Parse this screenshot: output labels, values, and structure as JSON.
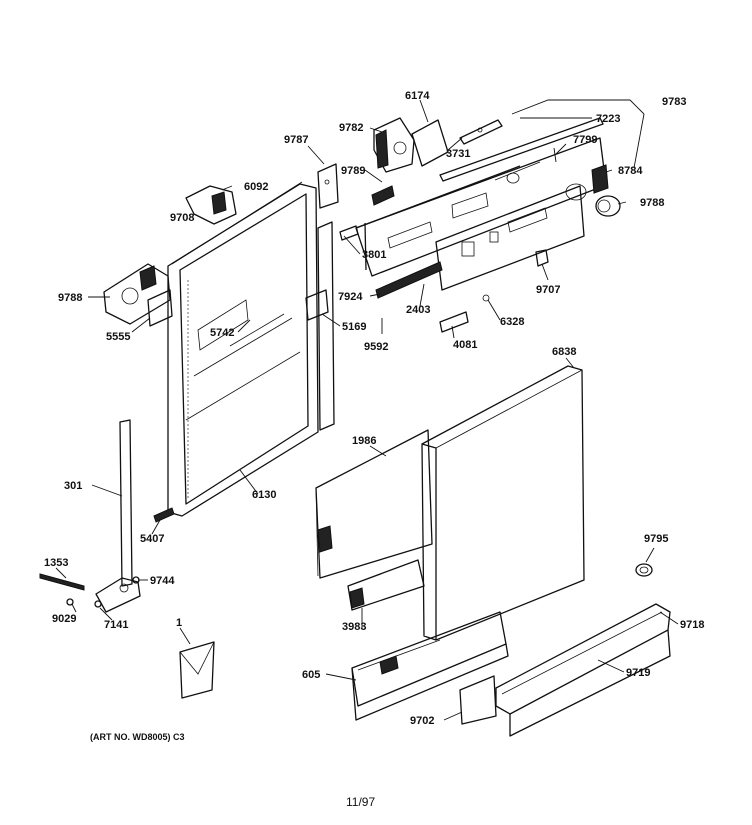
{
  "diagram": {
    "labels": {
      "p6174": "6174",
      "p9782": "9782",
      "p9787": "9787",
      "p3731": "3731",
      "p7223": "7223",
      "p9783": "9783",
      "p9789": "9789",
      "p7799": "7799",
      "p6092": "6092",
      "p9708": "9708",
      "p8784": "8784",
      "p9788a": "9788",
      "p3801": "3801",
      "p9788b": "9788",
      "p5555": "5555",
      "p5742": "5742",
      "p5169": "5169",
      "p7924": "7924",
      "p9707": "9707",
      "p2403": "2403",
      "p6328": "6328",
      "p9592": "9592",
      "p4081": "4081",
      "p6838": "6838",
      "p1986": "1986",
      "p301": "301",
      "p6130": "6130",
      "p5407": "5407",
      "p9795": "9795",
      "p1353": "1353",
      "p9744": "9744",
      "p9029": "9029",
      "p7141": "7141",
      "p3983": "3983",
      "p9718": "9718",
      "p1": "1",
      "p605": "605",
      "p9719": "9719",
      "p9702": "9702"
    },
    "art_number": "(ART NO. WD8005) C3",
    "date_code": "11/97"
  }
}
